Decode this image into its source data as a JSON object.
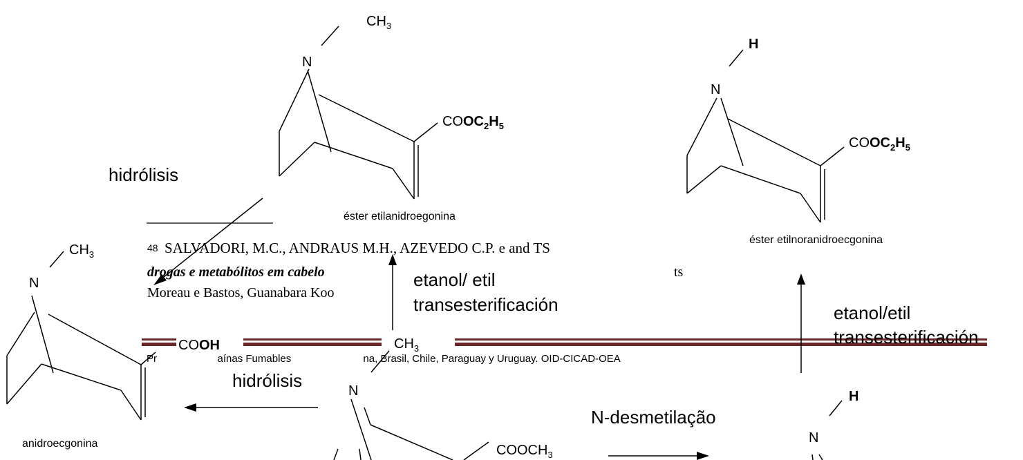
{
  "compounds": {
    "etilanidro": {
      "name": "éster etilanidroegonina",
      "n_label": "N",
      "substituent_main": "CH",
      "substituent_sub": "3",
      "ester_co": "CO",
      "ester_bold": "OC",
      "ester_sub1": "2",
      "ester_h": "H",
      "ester_sub2": "5"
    },
    "etilnoranidro": {
      "name": "éster etilnoranidroecgonina",
      "n_label": "N",
      "substituent": "H",
      "ester_co": "CO",
      "ester_bold": "OC",
      "ester_sub1": "2",
      "ester_h": "H",
      "ester_sub2": "5"
    },
    "anidroecgonina": {
      "name": "anidroecgonina",
      "n_label": "N",
      "substituent_main": "CH",
      "substituent_sub": "3",
      "acid_co": "CO",
      "acid_bold": "OH"
    },
    "center": {
      "n_label": "N",
      "substituent_main": "CH",
      "substituent_sub": "3",
      "ester_main": "COOCH",
      "ester_sub": "3"
    },
    "bottom_right": {
      "n_label": "N",
      "substituent": "H"
    }
  },
  "reactions": {
    "hydrolysis_top": "hidrólisis",
    "hydrolysis_bottom": "hidrólisis",
    "transester_center_line1": "etanol/ etil",
    "transester_center_line2": "transesterificación",
    "transester_right_line1": "etanol/etil",
    "transester_right_line2": "transesterificación",
    "demethylation": "N-desmetilação"
  },
  "overlay": {
    "footnote_number": "48",
    "footnote_line1": "SALVADORI, M.C., ANDRAUS M.H., AZEVEDO C.P. e and TS",
    "footnote_line2": "drogas e metabólitos em cabelo",
    "footnote_line2_tail": "ts",
    "footnote_line3": "Moreau e Bastos, Guanabara Koo",
    "running_footer": "Pr                     aínas Fumables                         na, Brasil, Chile, Paraguay y Uruguay. OID-CICAD-OEA"
  },
  "colors": {
    "ink": "#000000",
    "rule": "#6b2727"
  }
}
